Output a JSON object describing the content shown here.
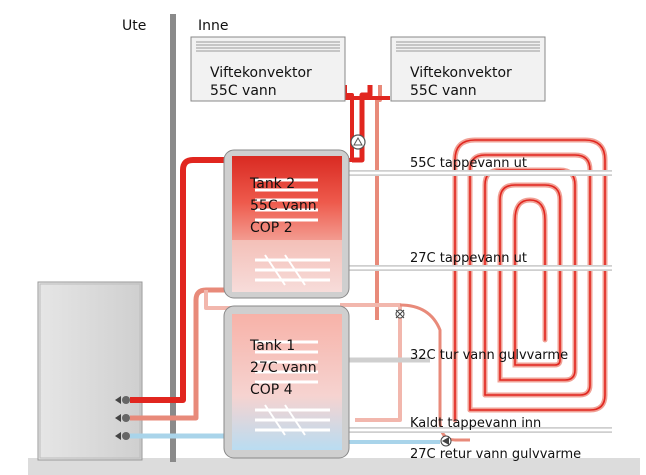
{
  "labels": {
    "outside": "Ute",
    "inside": "Inne",
    "fan_left_name": "Viftekonvektor",
    "fan_left_temp": "55C vann",
    "fan_right_name": "Viftekonvektor",
    "fan_right_temp": "55C vann",
    "tank2_name": "Tank 2",
    "tank2_temp": "55C vann",
    "tank2_cop": "COP 2",
    "tank1_name": "Tank 1",
    "tank1_temp": "27C vann",
    "tank1_cop": "COP 4",
    "hot_tap_out": "55C tappevann ut",
    "warm_tap_out": "27C tappevann ut",
    "floor_supply": "32C tur vann gulvvarme",
    "cold_tap_in": "Kaldt tappevann inn",
    "floor_return": "27C retur vann gulvvarme"
  },
  "colors": {
    "hot_pipe": "#e1261f",
    "warm_pipe": "#e88a7a",
    "cool_pipe": "#f2b7ad",
    "cold_pipe": "#a9d4ea",
    "grey_pipe": "#cfcfcf",
    "tank2_fill": "#e8453a",
    "tank1_fill": "#f4a79d",
    "wall": "#8a8a8a"
  }
}
